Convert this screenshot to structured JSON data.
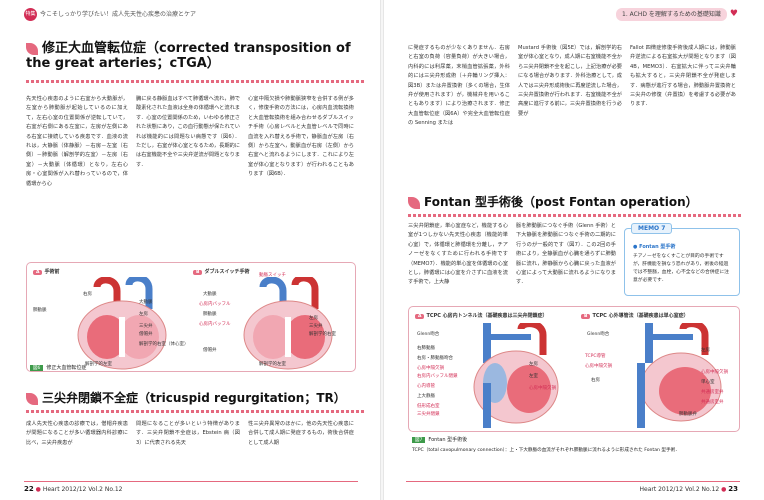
{
  "header": {
    "left_badge": "特集",
    "left_text": "今こそしっかり学びたい！成人先天性心疾患の治療とケア",
    "right_text": "1. ACHD を理解するための基礎知識"
  },
  "left_page": {
    "section1": {
      "title": "修正大血管転位症（corrected transposition of the great arteries；cTGA）",
      "col1": "先天性心疾患のように右室から大動脈が，左室から肺動脈が起始しているのに加えて，左右心室の位置関係が逆転していて，右室が右側にある左室に，左房が左側にある右室に接続している疾患です．血液の流れは，大静脈（体静脈）－右房－左室（右側）－肺動脈（解剖学的左室）－左房（右室）－大動脈（体循環）となり，左右心房・心室関係が入れ替わっているので，体循環から心",
      "col2": "臓に戻る静脈血はすべて肺循環へ流れ，肺で酸素化された血液は全身の体循環へと流れます．心室の位置関係のため，いわゆる修正された状態にあり，この血行動態が保たれていれば機能的には問題ない病態です（図6）．ただし，右室が体心室となるため，長期的には右室機能不全や三尖弁逆流が問題となります．",
      "col3": "心室中隔欠損や肺動脈狭窄を合併する例が多く，修復手術の方法には，心房内血流転換術と大血管転換術を組み合わせるダブルスイッチ手術（心房レベルと大血管レベルで同時に血流を入れ替える手術で，静脈血が左房（右側）から左室へ，動脈血が右房（左側）から右室へと流れるようにします．これにより左室が体心室となります）が行われることもあります（図6B）．"
    },
    "fig6": {
      "label_a": "手術前",
      "label_b": "ダブルスイッチ手術",
      "caption_tag": "図6",
      "caption": "修正大血管転位症",
      "ann_a": [
        "大動脈",
        "肺動脈",
        "左房",
        "右房",
        "三尖弁",
        "僧帽弁",
        "右室",
        "解剖学的右室（体心室）",
        "解剖学的左室"
      ],
      "ann_b": [
        "動脈スイッチ",
        "大動脈",
        "心房内バッフル",
        "肺動脈",
        "左房",
        "右房",
        "三尖弁",
        "僧帽弁",
        "解剖学的右室",
        "解剖学的左室"
      ]
    },
    "section2": {
      "title": "三尖弁閉鎖不全症（tricuspid regurgitation；TR）",
      "col1": "成人先天性心疾患の診療では，僧帽弁疾患が問題になることが多い循環器内科診療に比べ，三尖弁疾患が",
      "col2": "問題になることが多いという特徴があります．三尖弁閉鎖不全症は，Ebstein 病（図3）に代表される先天",
      "col3": "性三尖弁異常のほかに，他の先天性心疾患に合併して成人期に発症するもの，術後合併症として成人期"
    }
  },
  "right_page": {
    "top": {
      "col1": "に発症するものが少なくありません．右房と右室の負荷（容量負荷）が大きい場合，内科的には利尿薬，末梢血管拡張薬，外科的には三尖弁形成術（＋弁輪リング挿入：図3B）または弁置換術（多くの場合，生体弁が使用されます）が，機械弁を用いることもあります）により治療されます．修正大血管転位症（図6A）や完全大血管転位症の Senning または",
      "col2": "Mustard 手術後（図5E）では，解剖学的右室が体心室となり，成人期に右室機能不全から三尖弁閉鎖不全を起こし，上記治療が必要になる場合があります．外科治療として，成人では三尖弁形成術後に再度逆流した場合，三尖弁置換術が行われます．右室機能不全が高度に進行する前に，三尖弁置換術を行う必要が",
      "col3": "Fallot 四徴症修復手術後成人期には，肺動脈弁逆流による右室拡大が問題となります（図4B，MEMO3）．右室拡大に伴って三尖弁輪も拡大すると，三尖弁閉鎖不全が発症します．病態が進行する場合，肺動脈弁置換術と三尖弁の修復（弁置換）を考慮する必要があります．"
    },
    "section3": {
      "title": "Fontan 型手術後（post Fontan operation）",
      "col1": "三尖弁閉鎖症，単心室症など，機能する心室が1つしかない先天性心疾患（機能的単心室）で，体循環と肺循環を分離し，チアノーゼをなくすために行われる手術です（MEMO7）．機能的単心室を体循環の心室とし，肺循環には心室を介さずに血液を流す手術で，上大静",
      "col2": "脈を肺動脈につなぐ手術（Glenn 手術）と下大静脈を肺動脈につなぐ手術の二期的に行うのが一般的です（図7）．この2回の手術により，全静脈血が心臓を通らずに肺動脈に流れ，肺静脈から心臓に戻った血液が心室によって大動脈に流れるようになります．"
    },
    "memo7": {
      "head": "MEMO 7",
      "sub": "● Fontan 型手術",
      "text": "チアノーゼをなくすことが目的の手術ですが，肝機能を損なう恐れがあり，術後の経過では不整脈，血栓，心不全などの合併症に注意が必要です．"
    },
    "fig7": {
      "label_a": "TCPC 心房内トンネル法（基礎疾患は三尖弁閉鎖症）",
      "label_b": "TCPC 心外導管法（基礎疾患は単心室症）",
      "caption_tag": "図7",
      "caption": "Fontan 型手術後",
      "note": "TCPC（total cavopulmonary connection）：上・下大静脈の血流がそれぞれ肺動脈に流れるように形成された Fontan 型手術．",
      "ann_a": [
        "Glenn吻合",
        "右肺動脈",
        "右房・肺動脈吻合",
        "心房中隔欠損",
        "右房内バッフル閉鎖",
        "心内導管",
        "上大静脈",
        "低形成右室",
        "三尖弁閉鎖",
        "左房",
        "左室",
        "心房中隔欠損"
      ],
      "ann_b": [
        "Glenn吻合",
        "TCPC導管",
        "心房中隔欠損",
        "右房",
        "左房",
        "心房中隔欠損",
        "単心室",
        "共通房室弁",
        "共通房室弁",
        "肺動脈弁"
      ]
    }
  },
  "footer": {
    "left_num": "22",
    "left_text": "Heart 2012/12 Vol.2 No.12",
    "right_text": "Heart 2012/12 Vol.2 No.12",
    "right_num": "23"
  },
  "colors": {
    "accent": "#e5697f",
    "red": "#d22d55",
    "blue": "#2a74c9",
    "green": "#3d9a4a"
  }
}
